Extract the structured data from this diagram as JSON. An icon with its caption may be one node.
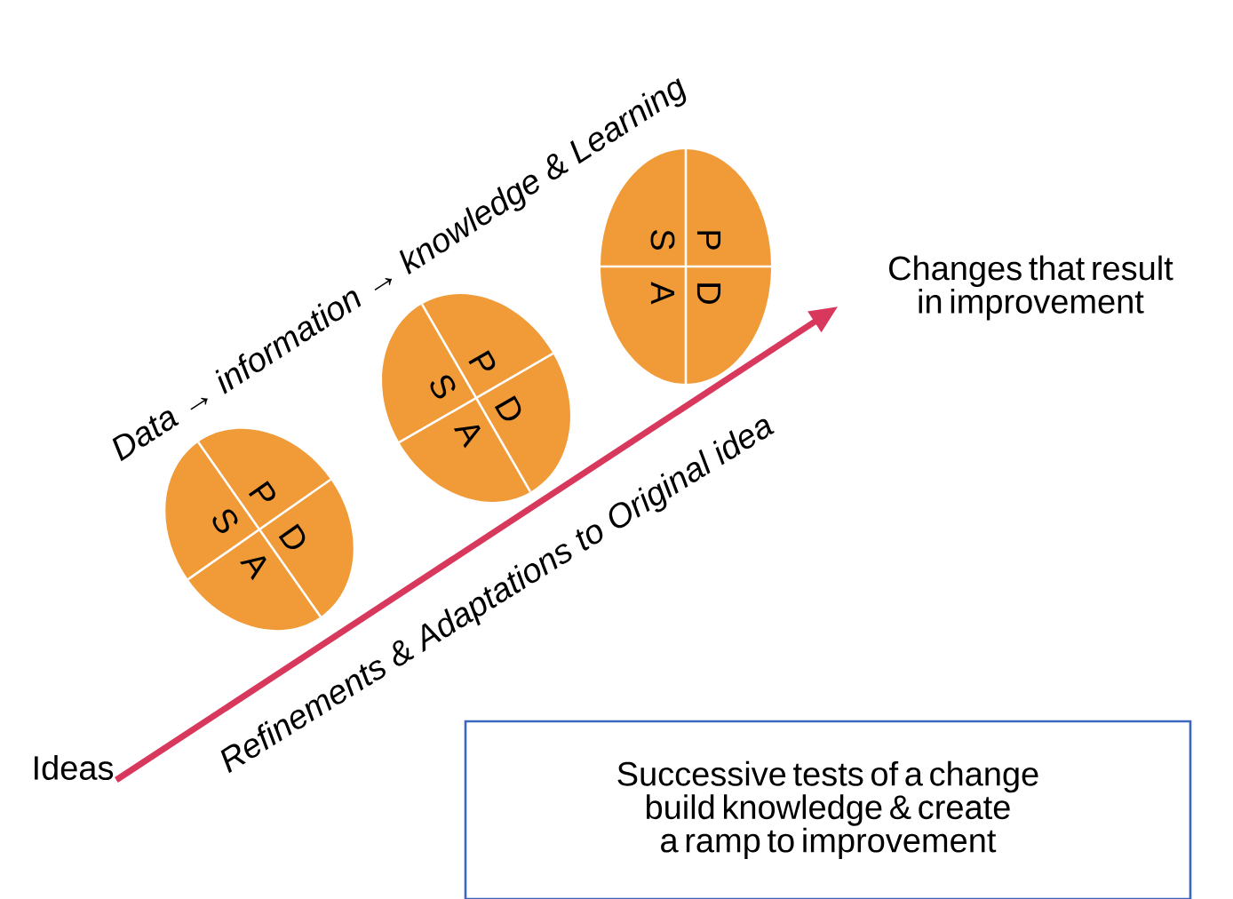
{
  "diagram": {
    "nodes": [
      {
        "text": [
          "Ideas"
        ]
      },
      {
        "text": [
          "Changes that result in improvement"
        ]
      },
      {
        "text": [
          "P",
          "D",
          "S",
          "A"
        ]
      },
      {
        "text": [
          "P",
          "D",
          "S",
          "A"
        ]
      },
      {
        "text": [
          "P",
          "D",
          "S",
          "A"
        ]
      },
      {
        "text": [
          "Successive tests of a change build knowledge & create a ramp to improvement"
        ]
      }
    ],
    "edges": [
      {
        "from": 0,
        "to": 1,
        "arrow": "to"
      }
    ],
    "labels": [
      "Data → information → knowledge & Learning",
      "Refinements & Adaptations to Original idea"
    ]
  }
}
